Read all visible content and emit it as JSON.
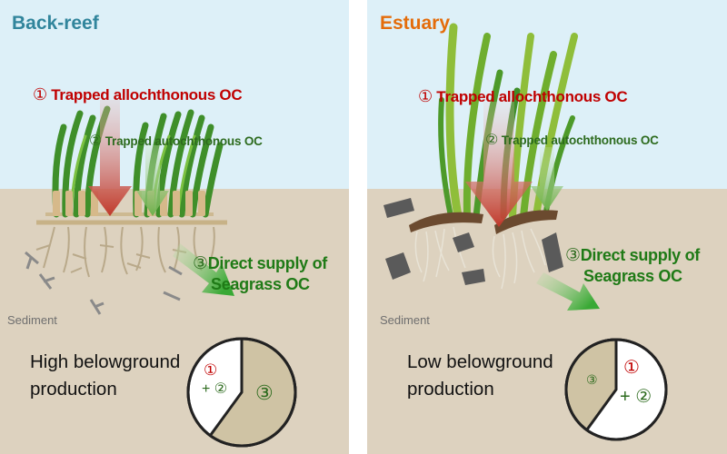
{
  "colors": {
    "water": "#ddf0f8",
    "sediment": "#ddd2bf",
    "allochthonous_red": "#c00000",
    "autochthonous_green": "#2d6b1e",
    "supply_green": "#1f7a16",
    "pie_fill": "#cfc3a4",
    "back_reef_title": "#31859c",
    "estuary_title": "#e46c0a"
  },
  "icons": [
    "seagrass-shoot",
    "root-rhizome",
    "detritus-fragment",
    "down-arrow",
    "diagonal-arrow",
    "pie-chart"
  ],
  "panels": [
    {
      "title": "Back-reef",
      "num1": "①",
      "label1": "Trapped allochthonous OC",
      "num2": "②",
      "label2": "Trapped autochthonous OC",
      "num3": "③",
      "label3_line1": "Direct supply of",
      "label3_line2": "Seagrass OC",
      "sediment_label": "Sediment",
      "production_text": "High belowground production",
      "pie": {
        "slice_a": "①",
        "slice_a2": "+ ②",
        "slice_b": "③",
        "share_1_2": 0.4,
        "share_3": 0.6
      }
    },
    {
      "title": "Estuary",
      "num1": "①",
      "label1": "Trapped allochthonous OC",
      "num2": "②",
      "label2": "Trapped autochthonous OC",
      "num3": "③",
      "label3_line1": "Direct supply of",
      "label3_line2": "Seagrass OC",
      "sediment_label": "Sediment",
      "production_text": "Low belowground production",
      "pie": {
        "slice_a": "①",
        "slice_a2": "+ ②",
        "slice_b": "③",
        "share_1_2": 0.6,
        "share_3": 0.4
      }
    }
  ]
}
